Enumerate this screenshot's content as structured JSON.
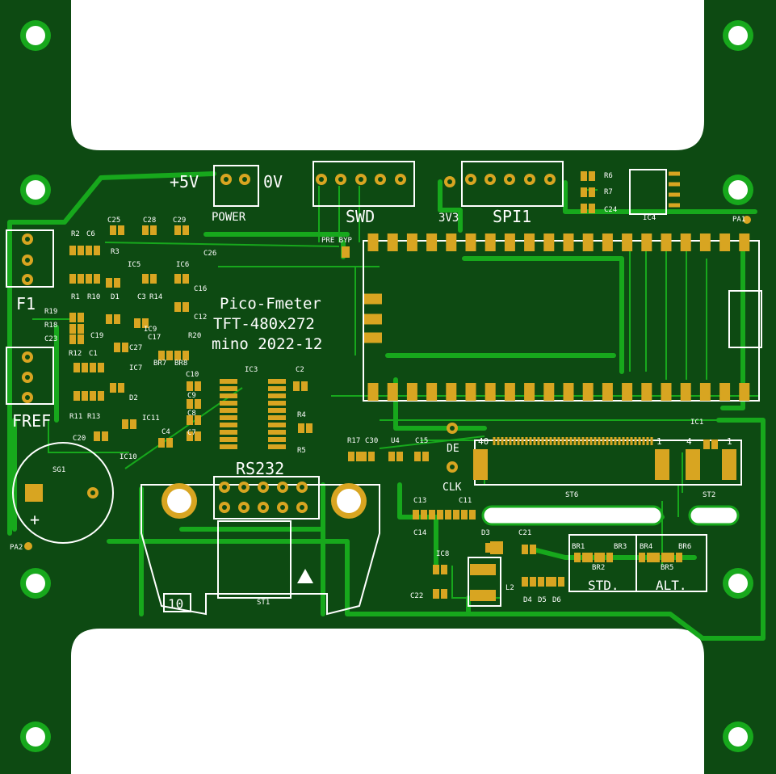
{
  "colors": {
    "substrate": "#0d4a12",
    "copper": "#17a81c",
    "pad": "#d8a521",
    "silkscreen": "#ffffff",
    "cutout": "#ffffff"
  },
  "board_text": {
    "power_plus": "+5V",
    "power_zero": "0V",
    "power": "POWER",
    "swd": "SWD",
    "v3v3": "3V3",
    "spi1": "SPI1",
    "f1": "F1",
    "fref": "FREF",
    "title_line1": "Pico-Fmeter",
    "title_line2": "TFT-480x272",
    "title_line3": "mino 2022-12",
    "rs232": "RS232",
    "de": "DE",
    "clk": "CLK",
    "std": "STD.",
    "alt": "ALT.",
    "ten": "10",
    "pre_byp": "PRE BYP",
    "pin40": "40",
    "pin1": "1",
    "pin4": "4"
  },
  "refdes": [
    "C25",
    "C28",
    "C29",
    "R2",
    "C6",
    "R3",
    "IC5",
    "C26",
    "IC6",
    "C16",
    "R1",
    "R10",
    "D1",
    "C3",
    "R14",
    "R19",
    "R18",
    "C23",
    "C19",
    "IC9",
    "C17",
    "R20",
    "C12",
    "C27",
    "BR7",
    "BR8",
    "R12",
    "C1",
    "IC7",
    "R11",
    "R13",
    "D2",
    "C20",
    "IC11",
    "C4",
    "IC10",
    "C10",
    "C9",
    "C8",
    "C7",
    "IC3",
    "C2",
    "R4",
    "R5",
    "SG1",
    "R17",
    "C30",
    "U4",
    "C15",
    "C13",
    "C11",
    "C14",
    "C22",
    "IC8",
    "D3",
    "C21",
    "L2",
    "D6",
    "D5",
    "D4",
    "BR1",
    "BR2",
    "BR3",
    "BR4",
    "BR5",
    "BR6",
    "ST6",
    "ST2",
    "ST1",
    "IC1",
    "IC4",
    "R6",
    "R7",
    "C24",
    "PA1",
    "PA2"
  ]
}
